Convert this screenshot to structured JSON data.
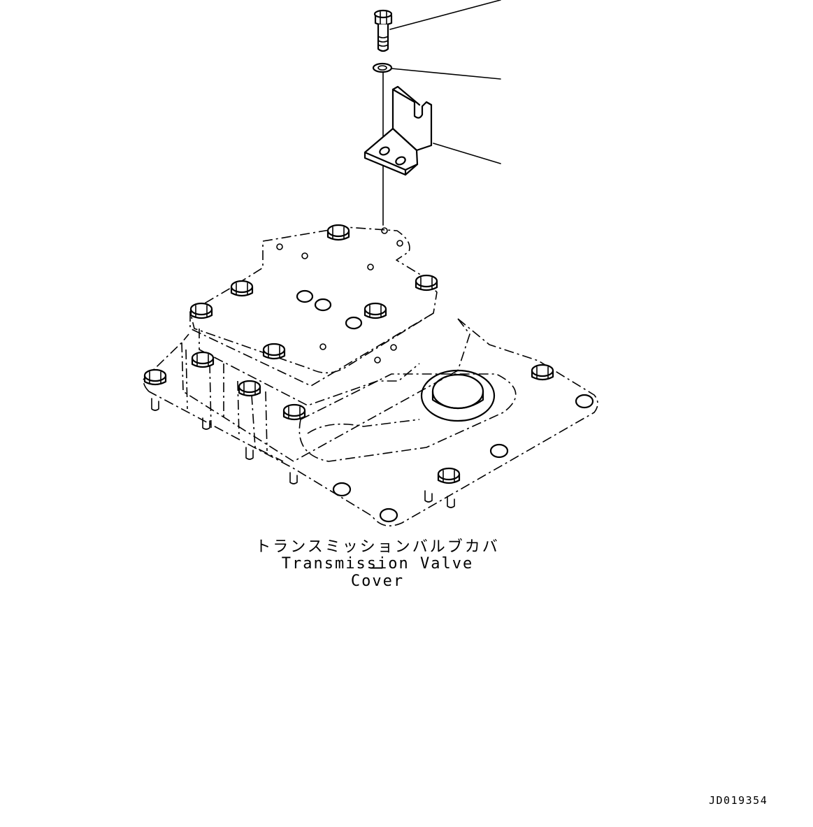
{
  "caption": {
    "japanese": "トランスミッションバルブカバー",
    "english": "Transmission Valve Cover"
  },
  "drawing_id": "JD019354",
  "parts": [
    "bolt",
    "washer",
    "bracket",
    "transmission-valve-cover"
  ],
  "colors": {
    "ink": "#000000",
    "background": "#ffffff"
  }
}
